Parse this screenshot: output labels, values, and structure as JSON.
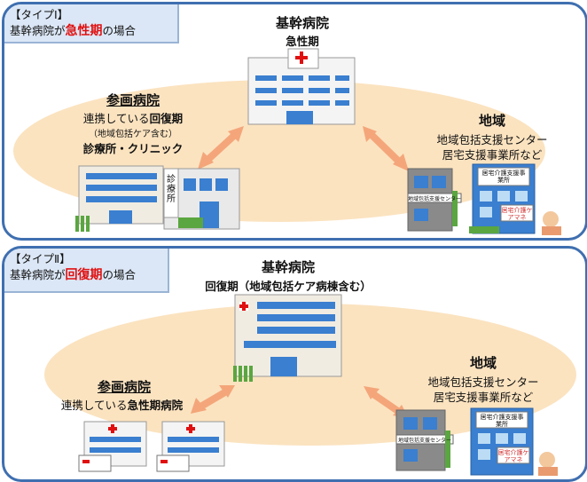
{
  "panel1": {
    "tag_line1": "【タイプⅠ】",
    "tag_line2_pre": "基幹病院が",
    "tag_line2_em": "急性期",
    "tag_line2_post": "の場合",
    "core_title": "基幹病院",
    "core_sub": "急性期",
    "left_title": "参画病院",
    "left_line1_pre": "連携している",
    "left_line1_em": "回復期",
    "left_line2": "（地域包括ケア含む）",
    "left_line3": "診療所・クリニック",
    "clinic_sign": "診療所",
    "right_title": "地域",
    "right_line1": "地域包括支援センター",
    "right_line2": "居宅支援事業所など",
    "center_sign": "地域包括支援センター",
    "office_sign": "居宅介護支援事業所",
    "care_sign": "居宅介護ケアマネ"
  },
  "panel2": {
    "tag_line1": "【タイプⅡ】",
    "tag_line2_pre": "基幹病院が",
    "tag_line2_em": "回復期",
    "tag_line2_post": "の場合",
    "core_title": "基幹病院",
    "core_sub": "回復期（地域包括ケア病棟含む）",
    "left_title": "参画病院",
    "left_line1_pre": "連携している",
    "left_line1_em": "急性期病院",
    "right_title": "地域",
    "right_line1": "地域包括支援センター",
    "right_line2": "居宅支援事業所など",
    "center_sign": "地域包括支援センター",
    "office_sign": "居宅介護支援事業所",
    "care_sign": "居宅介護ケアマネ"
  },
  "colors": {
    "frame": "#3f6fb0",
    "ellipse": "#fbe3c0",
    "arrow": "#f4a67a",
    "accent_red": "#e01010"
  }
}
